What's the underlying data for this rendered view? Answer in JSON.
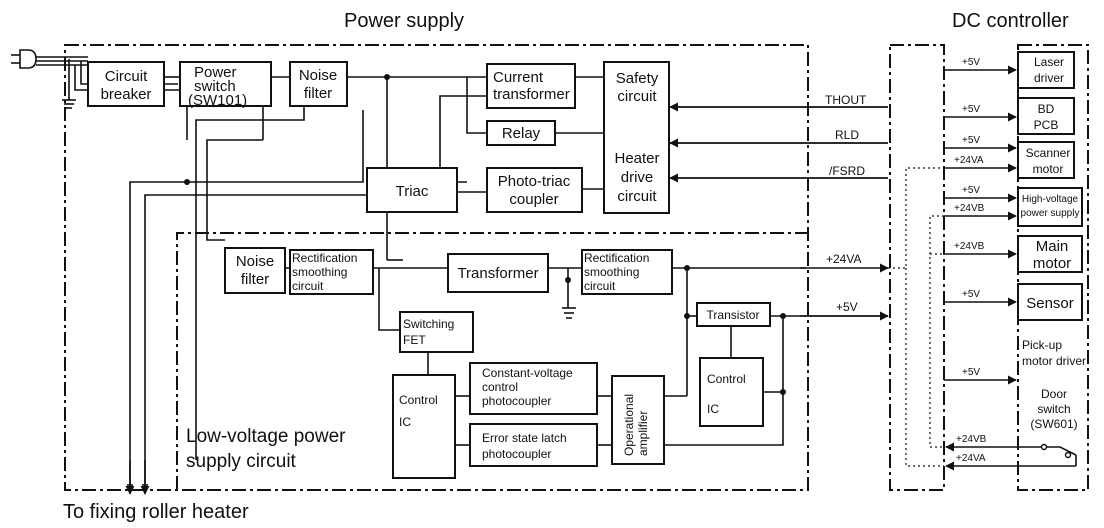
{
  "titles": {
    "power_supply": "Power supply",
    "dc_controller": "DC controller",
    "bottom": "To fixing roller heater",
    "lv_line1": "Low-voltage power",
    "lv_line2": "supply circuit"
  },
  "blocks": {
    "circuit_breaker": [
      "Circuit",
      "breaker"
    ],
    "power_switch": [
      "Power",
      "switch",
      "(SW101)"
    ],
    "noise_filter_top": [
      "Noise",
      "filter"
    ],
    "current_transformer": [
      "Current",
      "transformer"
    ],
    "relay": [
      "Relay"
    ],
    "safety_heater": [
      "Safety",
      "circuit",
      "Heater",
      "drive",
      "circuit"
    ],
    "triac": [
      "Triac"
    ],
    "photo_triac": [
      "Photo-triac",
      "coupler"
    ],
    "noise_filter_low": [
      "Noise",
      "filter"
    ],
    "rect1": [
      "Rectification",
      "smoothing",
      "circuit"
    ],
    "transformer": [
      "Transformer"
    ],
    "rect2": [
      "Rectification",
      "smoothing",
      "circuit"
    ],
    "switching_fet": [
      "Switching",
      "FET"
    ],
    "transistor": [
      "Transistor"
    ],
    "control_ic_left": [
      "Control",
      "IC"
    ],
    "cv_photocoupler": [
      "Constant-voltage",
      "control",
      "photocoupler"
    ],
    "err_photocoupler": [
      "Error state latch",
      "photocoupler"
    ],
    "op_amp": [
      "Operational",
      "amplifier"
    ],
    "control_ic_right": [
      "Control",
      "IC"
    ]
  },
  "signals": {
    "thout": "THOUT",
    "rld": "RLD",
    "fsrd": "/FSRD",
    "v24va": "+24VA",
    "v5": "+5V"
  },
  "loads": {
    "laser_driver": [
      "Laser",
      "driver"
    ],
    "bd_pcb": [
      "BD",
      "PCB"
    ],
    "scanner_motor": [
      "Scanner",
      "motor"
    ],
    "hv_power_supply": [
      "High-voltage",
      "power supply"
    ],
    "main_motor": [
      "Main",
      "motor"
    ],
    "sensor": [
      "Sensor"
    ],
    "pickup_driver": [
      "Pick-up",
      "motor driver"
    ],
    "door_switch": [
      "Door",
      "switch",
      "(SW601)"
    ]
  },
  "rails": {
    "laser": [
      "+5V"
    ],
    "bd": [
      "+5V"
    ],
    "scanner": [
      "+5V",
      "+24VA"
    ],
    "hv": [
      "+5V",
      "+24VB"
    ],
    "main": [
      "+24VB"
    ],
    "sensor": [
      "+5V"
    ],
    "pickup": [
      "+5V"
    ],
    "door": [
      "+24VB",
      "+24VA"
    ]
  }
}
